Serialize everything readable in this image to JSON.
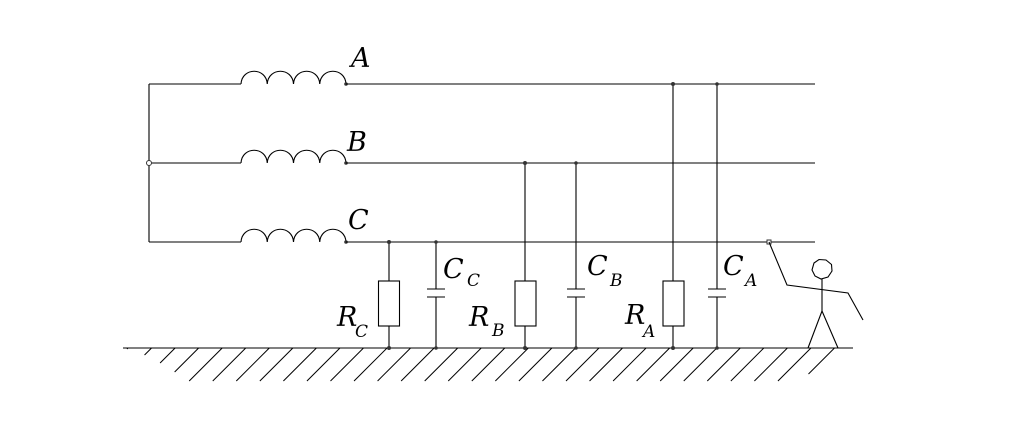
{
  "title": "Three-phase network with insulation resistances and capacitances to ground, person touching phase C",
  "phases": [
    {
      "id": "A",
      "label": "A"
    },
    {
      "id": "B",
      "label": "B"
    },
    {
      "id": "C",
      "label": "C"
    }
  ],
  "components": {
    "resistors": [
      {
        "id": "RC",
        "main": "R",
        "sub": "C",
        "phase": "C"
      },
      {
        "id": "RB",
        "main": "R",
        "sub": "B",
        "phase": "B"
      },
      {
        "id": "RA",
        "main": "R",
        "sub": "A",
        "phase": "A"
      }
    ],
    "capacitors": [
      {
        "id": "CC",
        "main": "C",
        "sub": "C",
        "phase": "C"
      },
      {
        "id": "CB",
        "main": "C",
        "sub": "B",
        "phase": "B"
      },
      {
        "id": "CA",
        "main": "C",
        "sub": "A",
        "phase": "A"
      }
    ]
  },
  "ground": {
    "label": "ground"
  },
  "person": {
    "touching_phase": "C"
  }
}
